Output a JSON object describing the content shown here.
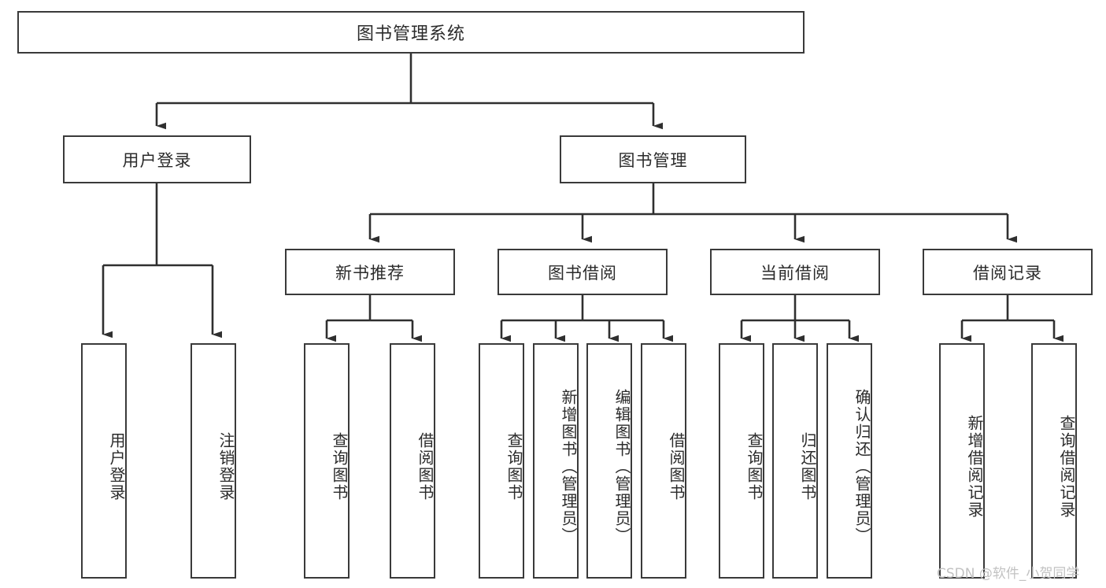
{
  "diagram": {
    "type": "tree",
    "title": "图书管理系统",
    "watermark": "CSDN @软件_小贺同学",
    "colors": {
      "background": "#ffffff",
      "stroke": "#3a3a3a",
      "text": "#2b2b2b",
      "watermark": "#c2c2c2"
    },
    "levels": {
      "root": {
        "label": "图书管理系统"
      },
      "level2": [
        {
          "label": "用户登录"
        },
        {
          "label": "图书管理"
        }
      ],
      "level3": [
        {
          "label": "新书推荐"
        },
        {
          "label": "图书借阅"
        },
        {
          "label": "当前借阅"
        },
        {
          "label": "借阅记录"
        }
      ]
    },
    "leaves": {
      "user_login": [
        {
          "label": "用户登录"
        },
        {
          "label": "注销登录"
        }
      ],
      "new_book": [
        {
          "label": "查询图书"
        },
        {
          "label": "借阅图书"
        }
      ],
      "book_borrow": [
        {
          "label": "查询图书"
        },
        {
          "label": "新增图书（管理员）"
        },
        {
          "label": "编辑图书（管理员）"
        },
        {
          "label": "借阅图书"
        }
      ],
      "current_borrow": [
        {
          "label": "查询图书"
        },
        {
          "label": "归还图书"
        },
        {
          "label": "确认归还（管理员）"
        }
      ],
      "borrow_record": [
        {
          "label": "新增借阅记录"
        },
        {
          "label": "查询借阅记录"
        }
      ]
    }
  }
}
